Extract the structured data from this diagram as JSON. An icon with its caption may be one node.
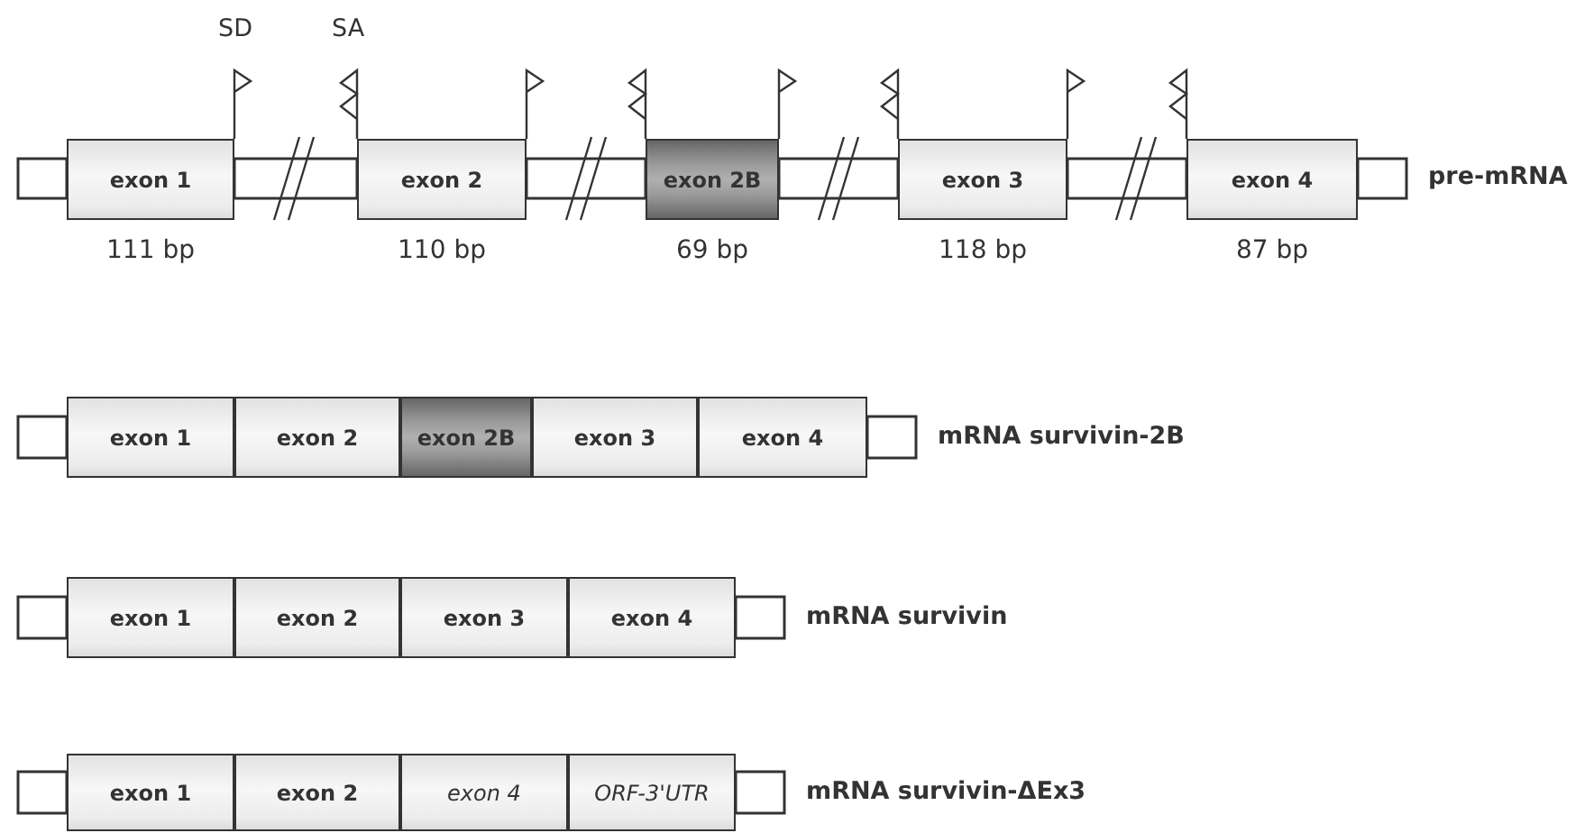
{
  "diagram": {
    "nodes": [
      {
        "text": [
          "exon 1"
        ],
        "beside": [
          "111 bp"
        ]
      },
      {
        "text": [
          "exon 2"
        ],
        "beside": [
          "110 bp"
        ]
      },
      {
        "text": [
          "exon 2B"
        ],
        "beside": [
          "69 bp"
        ]
      },
      {
        "text": [
          "exon 3"
        ],
        "beside": [
          "118 bp"
        ]
      },
      {
        "text": [
          "exon 4"
        ],
        "beside": [
          "87 bp"
        ]
      },
      {
        "text": [
          "exon 1"
        ]
      },
      {
        "text": [
          "exon 2"
        ]
      },
      {
        "text": [
          "exon 2B"
        ]
      },
      {
        "text": [
          "exon 3"
        ]
      },
      {
        "text": [
          "exon 4"
        ]
      },
      {
        "text": [
          "exon 1"
        ]
      },
      {
        "text": [
          "exon 2"
        ]
      },
      {
        "text": [
          "exon 3"
        ]
      },
      {
        "text": [
          "exon 4"
        ]
      },
      {
        "text": [
          "exon 1"
        ]
      },
      {
        "text": [
          "exon 2"
        ]
      },
      {
        "text": [
          "exon 4"
        ]
      },
      {
        "text": [
          "ORF-3'UTR"
        ]
      }
    ],
    "labels": [
      "SD",
      "SA",
      "pre-mRNA",
      "mRNA survivin-2B",
      "mRNA survivin",
      "mRNA survivin-ΔEx3"
    ]
  }
}
